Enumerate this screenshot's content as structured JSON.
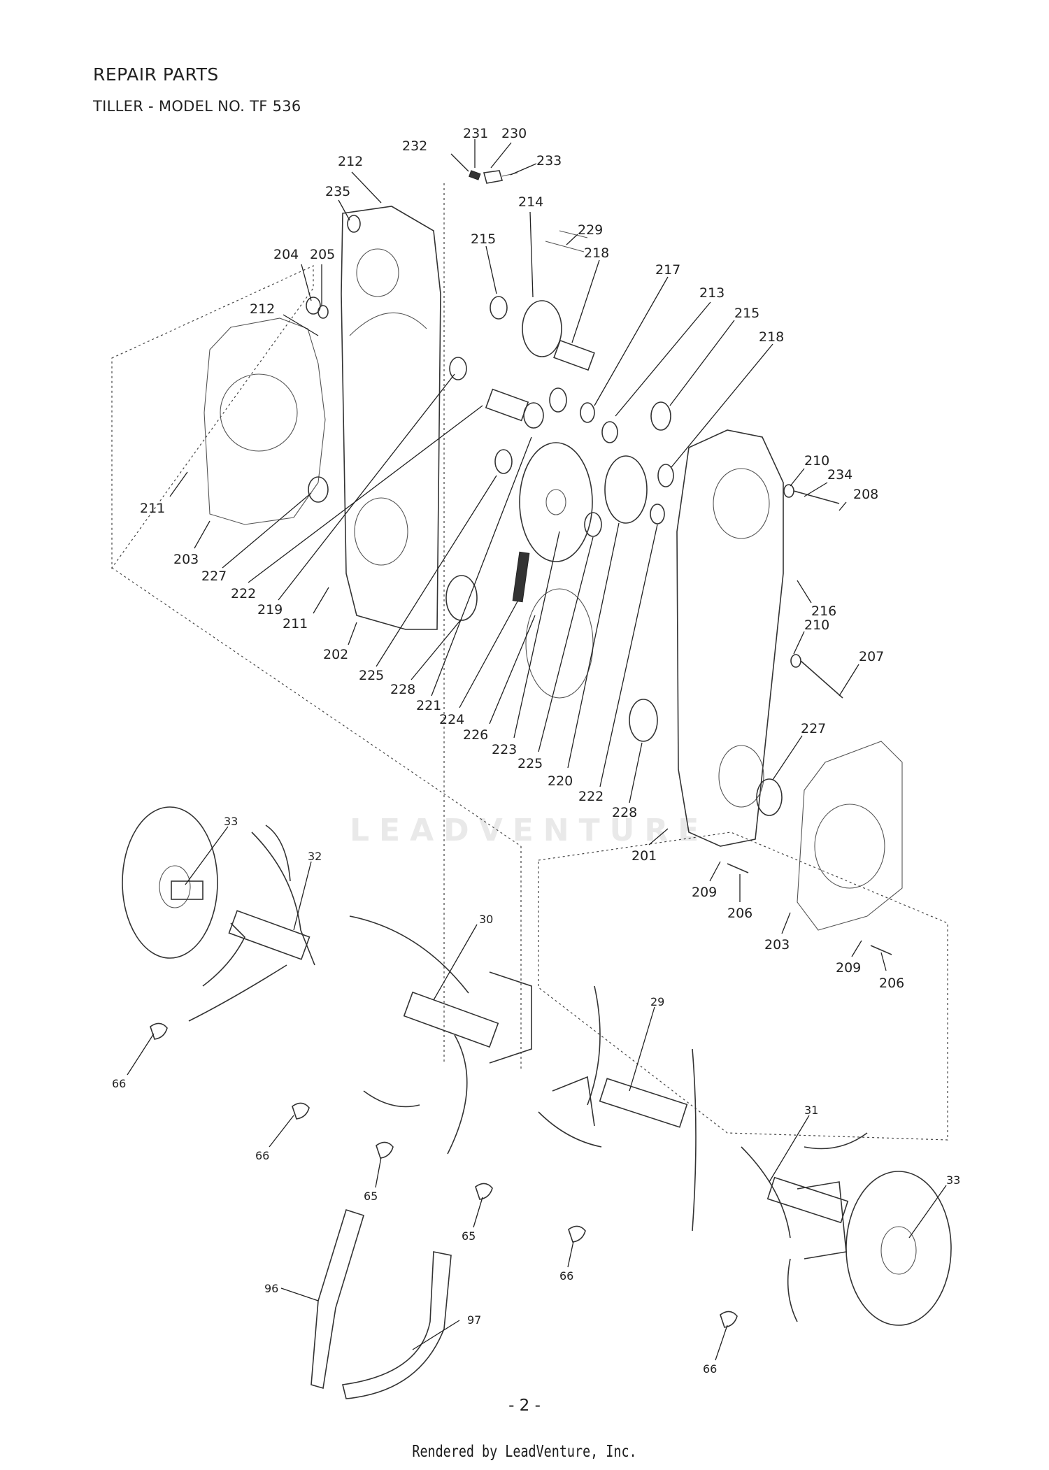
{
  "header": {
    "title": "REPAIR PARTS",
    "subtitle": "TILLER - MODEL NO. TF 536"
  },
  "watermark": "LEADVENTURE",
  "page_number": "- 2 -",
  "footer": "Rendered by LeadVenture, Inc.",
  "callouts": [
    "231",
    "230",
    "232",
    "233",
    "212",
    "235",
    "214",
    "229",
    "215",
    "218",
    "204",
    "205",
    "217",
    "213",
    "212",
    "215",
    "218",
    "210",
    "234",
    "208",
    "211",
    "203",
    "227",
    "222",
    "219",
    "211",
    "216",
    "202",
    "225",
    "228",
    "221",
    "224",
    "226",
    "223",
    "225",
    "220",
    "222",
    "228",
    "210",
    "207",
    "227",
    "201",
    "209",
    "206",
    "203",
    "209",
    "206",
    "33",
    "32",
    "30",
    "29",
    "31",
    "33",
    "66",
    "66",
    "65",
    "65",
    "66",
    "66",
    "96",
    "97"
  ]
}
